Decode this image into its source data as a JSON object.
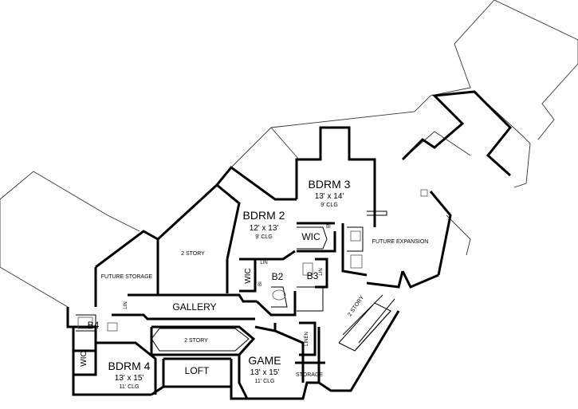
{
  "rooms": {
    "bdrm3": {
      "name": "BDRM 3",
      "size": "13' x 14'",
      "ceiling": "9' CLG"
    },
    "bdrm2": {
      "name": "BDRM 2",
      "size": "12' x 13'",
      "ceiling": "9' CLG"
    },
    "bdrm4": {
      "name": "BDRM 4",
      "size": "13' x 15'",
      "ceiling": "11' CLG"
    },
    "game": {
      "name": "GAME",
      "size": "13' x 15'",
      "ceiling": "11' CLG"
    },
    "gallery": "GALLERY",
    "loft": "LOFT",
    "storage": "STORAGE",
    "future_storage": "FUTURE STORAGE",
    "future_expansion": "FUTURE EXPANSION",
    "two_story_left": "2 STORY",
    "two_story_center": "2 STORY",
    "two_story_stair": "2 STORY",
    "wic_bdrm3": "WIC",
    "wic_bdrm2": "WIC",
    "wic_bdrm4": "WIC",
    "b2": "B2",
    "b3": "B3",
    "b4": "B4",
    "lin_b2": "LIN",
    "lin_b3": "LIN",
    "lin_b4": "LIN",
    "linen_game": "LINEN",
    "bi_bdrm3": "BI",
    "bi_b2": "BI"
  }
}
